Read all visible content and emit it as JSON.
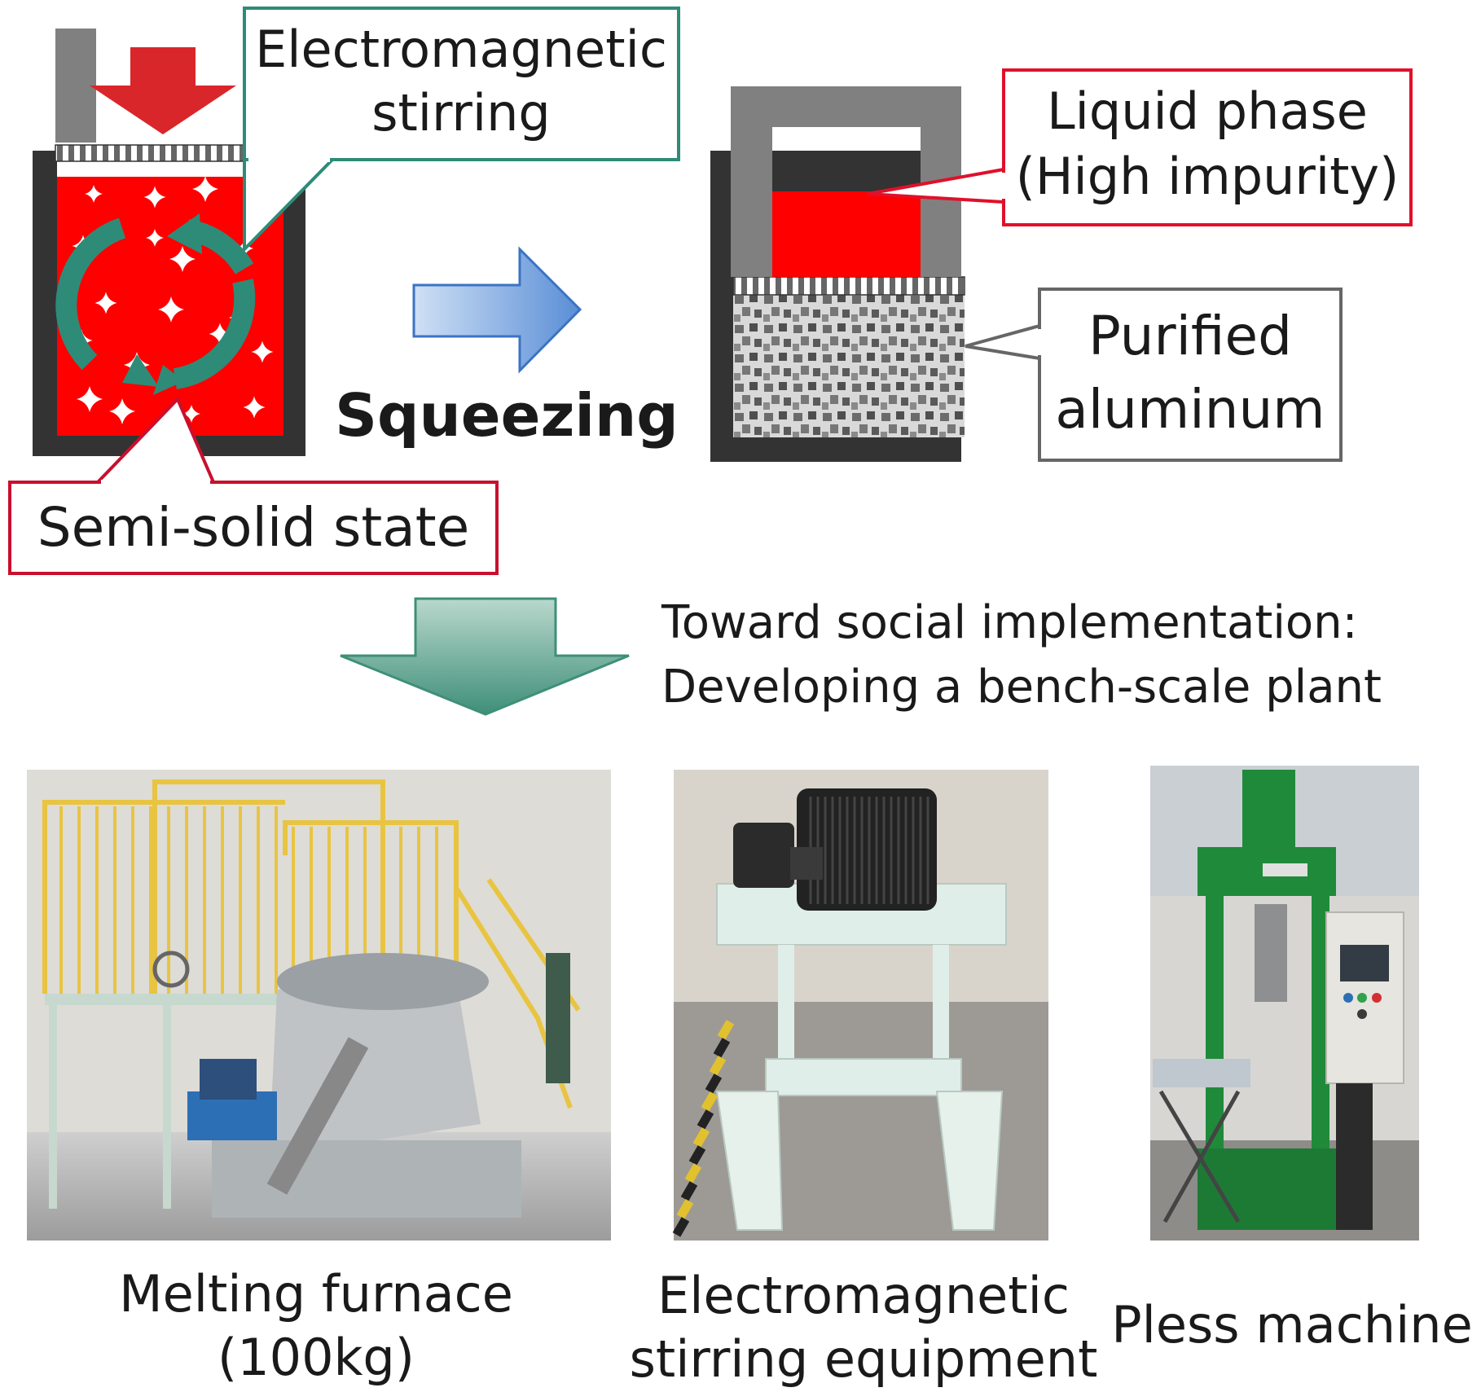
{
  "colors": {
    "melt_red": "#ff0000",
    "stir_teal": "#2e8b78",
    "crucible_dark": "#333333",
    "plunger_gray": "#808080",
    "arrow_red": "#d9262b",
    "arrow_blue": "#6f9bd8",
    "arrow_green": "#8fbcad",
    "purified_gray": "#7a7a7a",
    "callout_red": "#e0102a",
    "callout_teal": "#2e8b78",
    "callout_gray": "#666666"
  },
  "labels": {
    "electromagnetic_stirring": [
      "Electromagnetic",
      "stirring"
    ],
    "semi_solid_state": "Semi-solid state",
    "squeezing": "Squeezing",
    "liquid_phase": [
      "Liquid phase",
      "(High impurity)"
    ],
    "purified_aluminum": [
      "Purified",
      "aluminum"
    ],
    "social_implementation": [
      "Toward social implementation:",
      "Developing a bench-scale plant"
    ]
  },
  "photos": [
    {
      "caption": [
        "Melting furnace",
        "(100kg)"
      ],
      "icon": "melting-furnace-photo"
    },
    {
      "caption": [
        "Electromagnetic",
        "stirring equipment"
      ],
      "icon": "stirring-equipment-photo"
    },
    {
      "caption": [
        "Pless machine"
      ],
      "icon": "press-machine-photo"
    }
  ]
}
